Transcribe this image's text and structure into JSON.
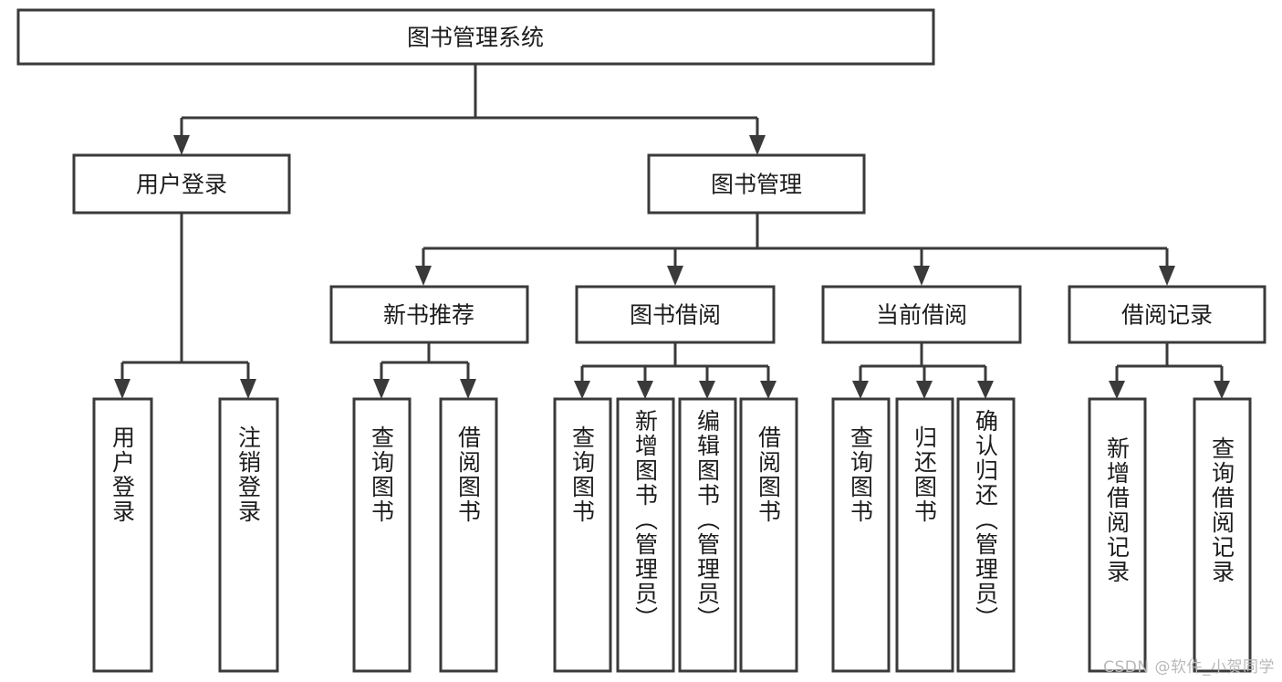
{
  "diagram": {
    "type": "tree-hierarchy",
    "title": "图书管理系统",
    "root": {
      "label": "图书管理系统"
    },
    "level2": [
      {
        "label": "用户登录"
      },
      {
        "label": "图书管理"
      }
    ],
    "level3": [
      {
        "label": "新书推荐",
        "parent": "图书管理"
      },
      {
        "label": "图书借阅",
        "parent": "图书管理"
      },
      {
        "label": "当前借阅",
        "parent": "图书管理"
      },
      {
        "label": "借阅记录",
        "parent": "图书管理"
      }
    ],
    "leaves": {
      "用户登录": [
        {
          "label": "用户登录"
        },
        {
          "label": "注销登录"
        }
      ],
      "新书推荐": [
        {
          "label": "查询图书"
        },
        {
          "label": "借阅图书"
        }
      ],
      "图书借阅": [
        {
          "label": "查询图书"
        },
        {
          "label": "新增图书（管理员）"
        },
        {
          "label": "编辑图书（管理员）"
        },
        {
          "label": "借阅图书"
        }
      ],
      "当前借阅": [
        {
          "label": "查询图书"
        },
        {
          "label": "归还图书"
        },
        {
          "label": "确认归还（管理员）"
        }
      ],
      "借阅记录": [
        {
          "label": "新增借阅记录"
        },
        {
          "label": "查询借阅记录"
        }
      ]
    }
  },
  "watermark": {
    "text": "CSDN @软件_小贺同学"
  },
  "colors": {
    "stroke": "#3a3a3a",
    "text": "#1c1c1c",
    "background": "#ffffff",
    "watermark": "#b9b9b9"
  }
}
